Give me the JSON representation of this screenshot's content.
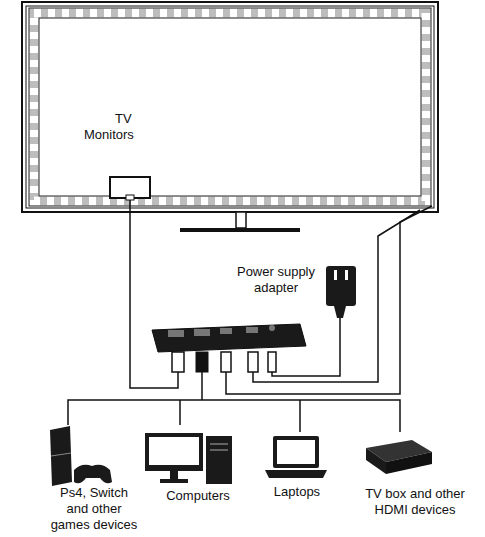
{
  "diagram": {
    "nodes": [
      {
        "text": [
          "TV",
          "Monitors"
        ]
      },
      {
        "text": [
          "Power supply adapter"
        ]
      },
      {
        "text": [
          "Ps4, Switch and other games devices"
        ]
      },
      {
        "text": [
          "Computers"
        ]
      },
      {
        "text": [
          "Laptops"
        ]
      },
      {
        "text": [
          "TV box and other HDMI devices"
        ]
      }
    ]
  }
}
